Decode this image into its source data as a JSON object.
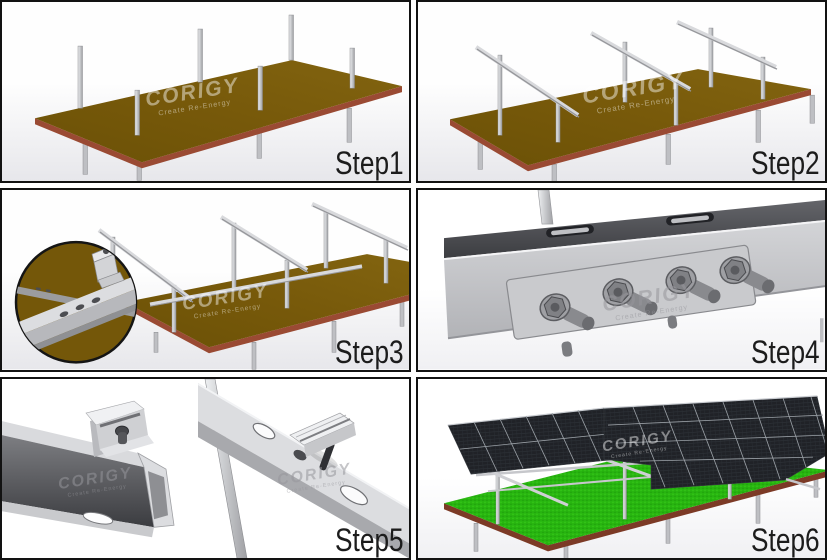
{
  "watermark": {
    "brand": "CORIGY",
    "tagline": "Create Re-Energy"
  },
  "steps": [
    {
      "label": "Step1"
    },
    {
      "label": "Step2"
    },
    {
      "label": "Step3"
    },
    {
      "label": "Step4"
    },
    {
      "label": "Step5"
    },
    {
      "label": "Step6"
    }
  ],
  "colors": {
    "panel_border": "#121212",
    "label_text": "#1c1c1c",
    "soil": "#745709",
    "soil_edge": "#9a4a33",
    "grass_edge": "#7c3a26",
    "metal_light": "#d8d9dc",
    "metal_mid": "#bebfc3",
    "metal_shade": "#96979b",
    "module_seam": "#9aa0a6",
    "watermark_scene": "rgba(255,255,255,0.45)",
    "watermark_white": "rgba(150,150,154,0.55)"
  }
}
